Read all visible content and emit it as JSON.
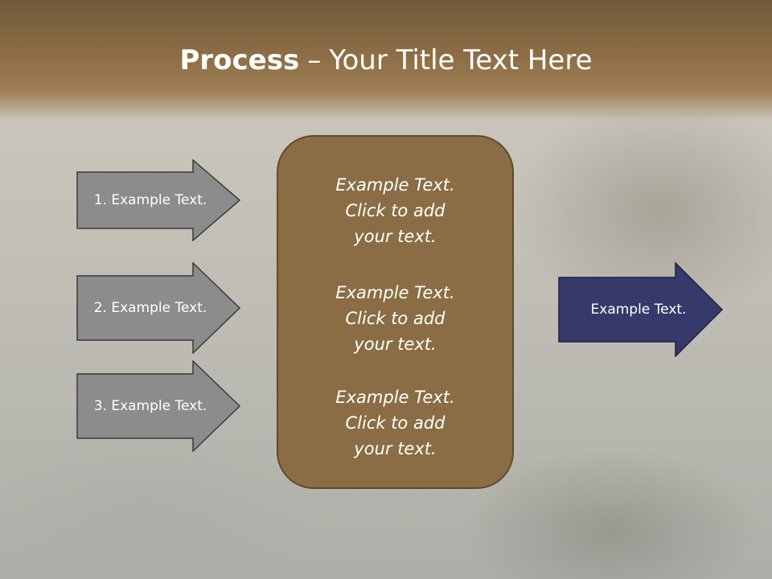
{
  "title": {
    "bold": "Process",
    "separator": "–",
    "rest": "Your Title Text Here"
  },
  "left_arrows": [
    {
      "label": "1. Example Text."
    },
    {
      "label": "2. Example Text."
    },
    {
      "label": "3. Example Text."
    }
  ],
  "center": {
    "blocks": [
      {
        "line1": "Example Text.",
        "line2": "Click  to add",
        "line3": "your text."
      },
      {
        "line1": "Example Text.",
        "line2": "Click  to add",
        "line3": "your text."
      },
      {
        "line1": "Example Text.",
        "line2": "Click  to add",
        "line3": "your text."
      }
    ]
  },
  "output_arrow": {
    "label": "Example Text."
  },
  "colors": {
    "title_band": "#8c6d45",
    "center_box": "#8a6d44",
    "left_arrow_fill": "#8c8c8c",
    "output_arrow_fill": "#363a6a"
  }
}
